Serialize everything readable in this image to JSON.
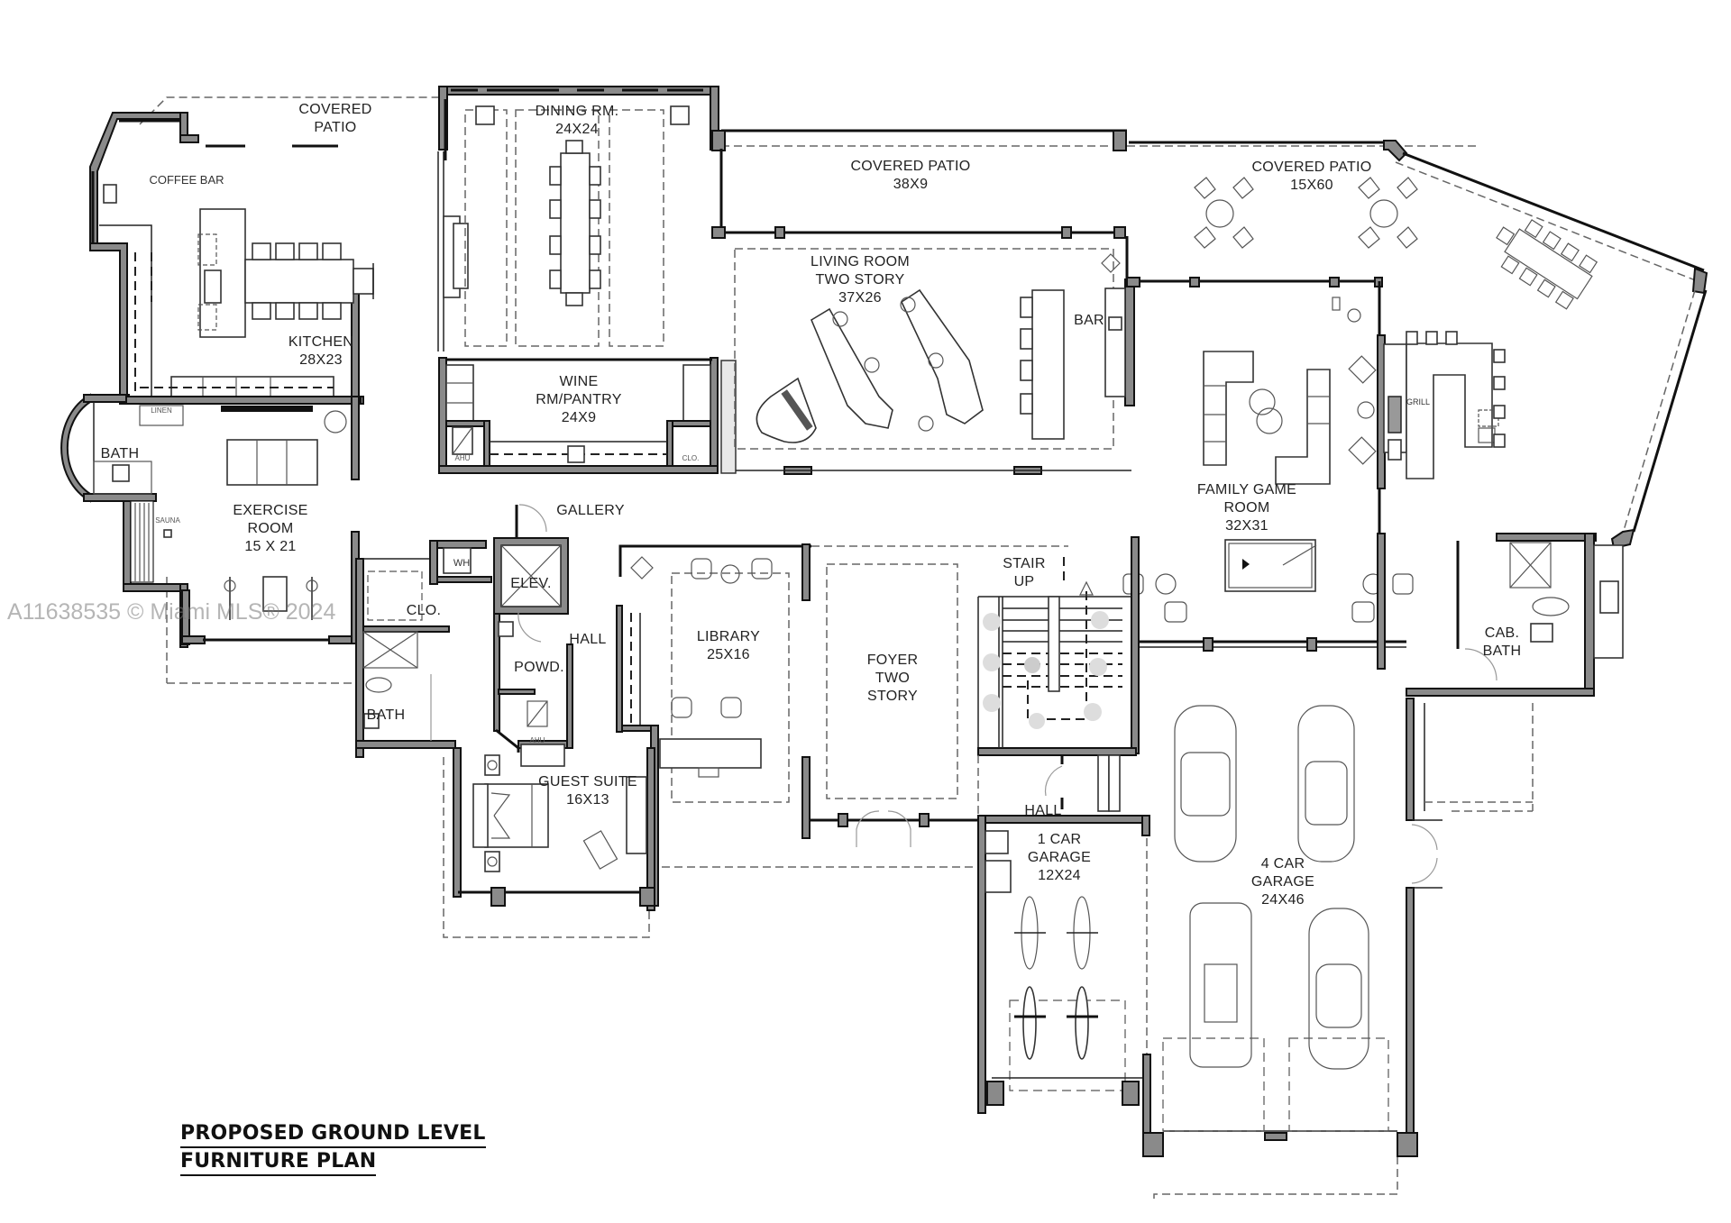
{
  "plan": {
    "title_line1": "PROPOSED GROUND LEVEL",
    "title_line2": "FURNITURE PLAN",
    "watermark": "A11638535 © Miami MLS® 2024"
  },
  "rooms": {
    "covered_patio_west": {
      "name": "COVERED",
      "name2": "PATIO"
    },
    "coffee_bar": {
      "name": "COFFEE BAR"
    },
    "kitchen": {
      "name": "KITCHEN",
      "size": "28X23"
    },
    "dining": {
      "name": "DINING RM.",
      "size": "24X24"
    },
    "covered_patio_center": {
      "name": "COVERED PATIO",
      "size": "38X9"
    },
    "covered_patio_east": {
      "name": "COVERED PATIO",
      "size": "15X60"
    },
    "living": {
      "name": "LIVING ROOM",
      "name2": "TWO STORY",
      "size": "37X26"
    },
    "bar": {
      "name": "BAR"
    },
    "wine": {
      "name": "WINE",
      "name2": "RM/PANTRY",
      "size": "24X9"
    },
    "family_game": {
      "name": "FAMILY GAME",
      "name2": "ROOM",
      "size": "32X31"
    },
    "grill": {
      "name": "GRILL"
    },
    "bath_west": {
      "name": "BATH"
    },
    "linen": {
      "name": "LINEN"
    },
    "sauna": {
      "name": "SAUNA"
    },
    "exercise": {
      "name": "EXERCISE",
      "name2": "ROOM",
      "size": "15 X 21"
    },
    "gallery": {
      "name": "GALLERY"
    },
    "wh": {
      "name": "WH"
    },
    "elevator": {
      "name": "ELEV."
    },
    "closet_west": {
      "name": "CLO."
    },
    "hall_center": {
      "name": "HALL"
    },
    "powder": {
      "name": "POWD."
    },
    "ahu_1": {
      "name": "AHU"
    },
    "ahu_2": {
      "name": "AHU"
    },
    "clo_small": {
      "name": "CLO."
    },
    "bath_guest": {
      "name": "BATH"
    },
    "library": {
      "name": "LIBRARY",
      "size": "25X16"
    },
    "foyer": {
      "name": "FOYER",
      "name2": "TWO",
      "name3": "STORY"
    },
    "stair": {
      "name": "STAIR",
      "name2": "UP"
    },
    "hall_garage": {
      "name": "HALL"
    },
    "guest_suite": {
      "name": "GUEST SUITE",
      "size": "16X13"
    },
    "garage_1": {
      "name": "1 CAR",
      "name2": "GARAGE",
      "size": "12X24"
    },
    "garage_4": {
      "name": "4 CAR",
      "name2": "GARAGE",
      "size": "24X46"
    },
    "cab_bath": {
      "name": "CAB.",
      "name2": "BATH"
    }
  }
}
